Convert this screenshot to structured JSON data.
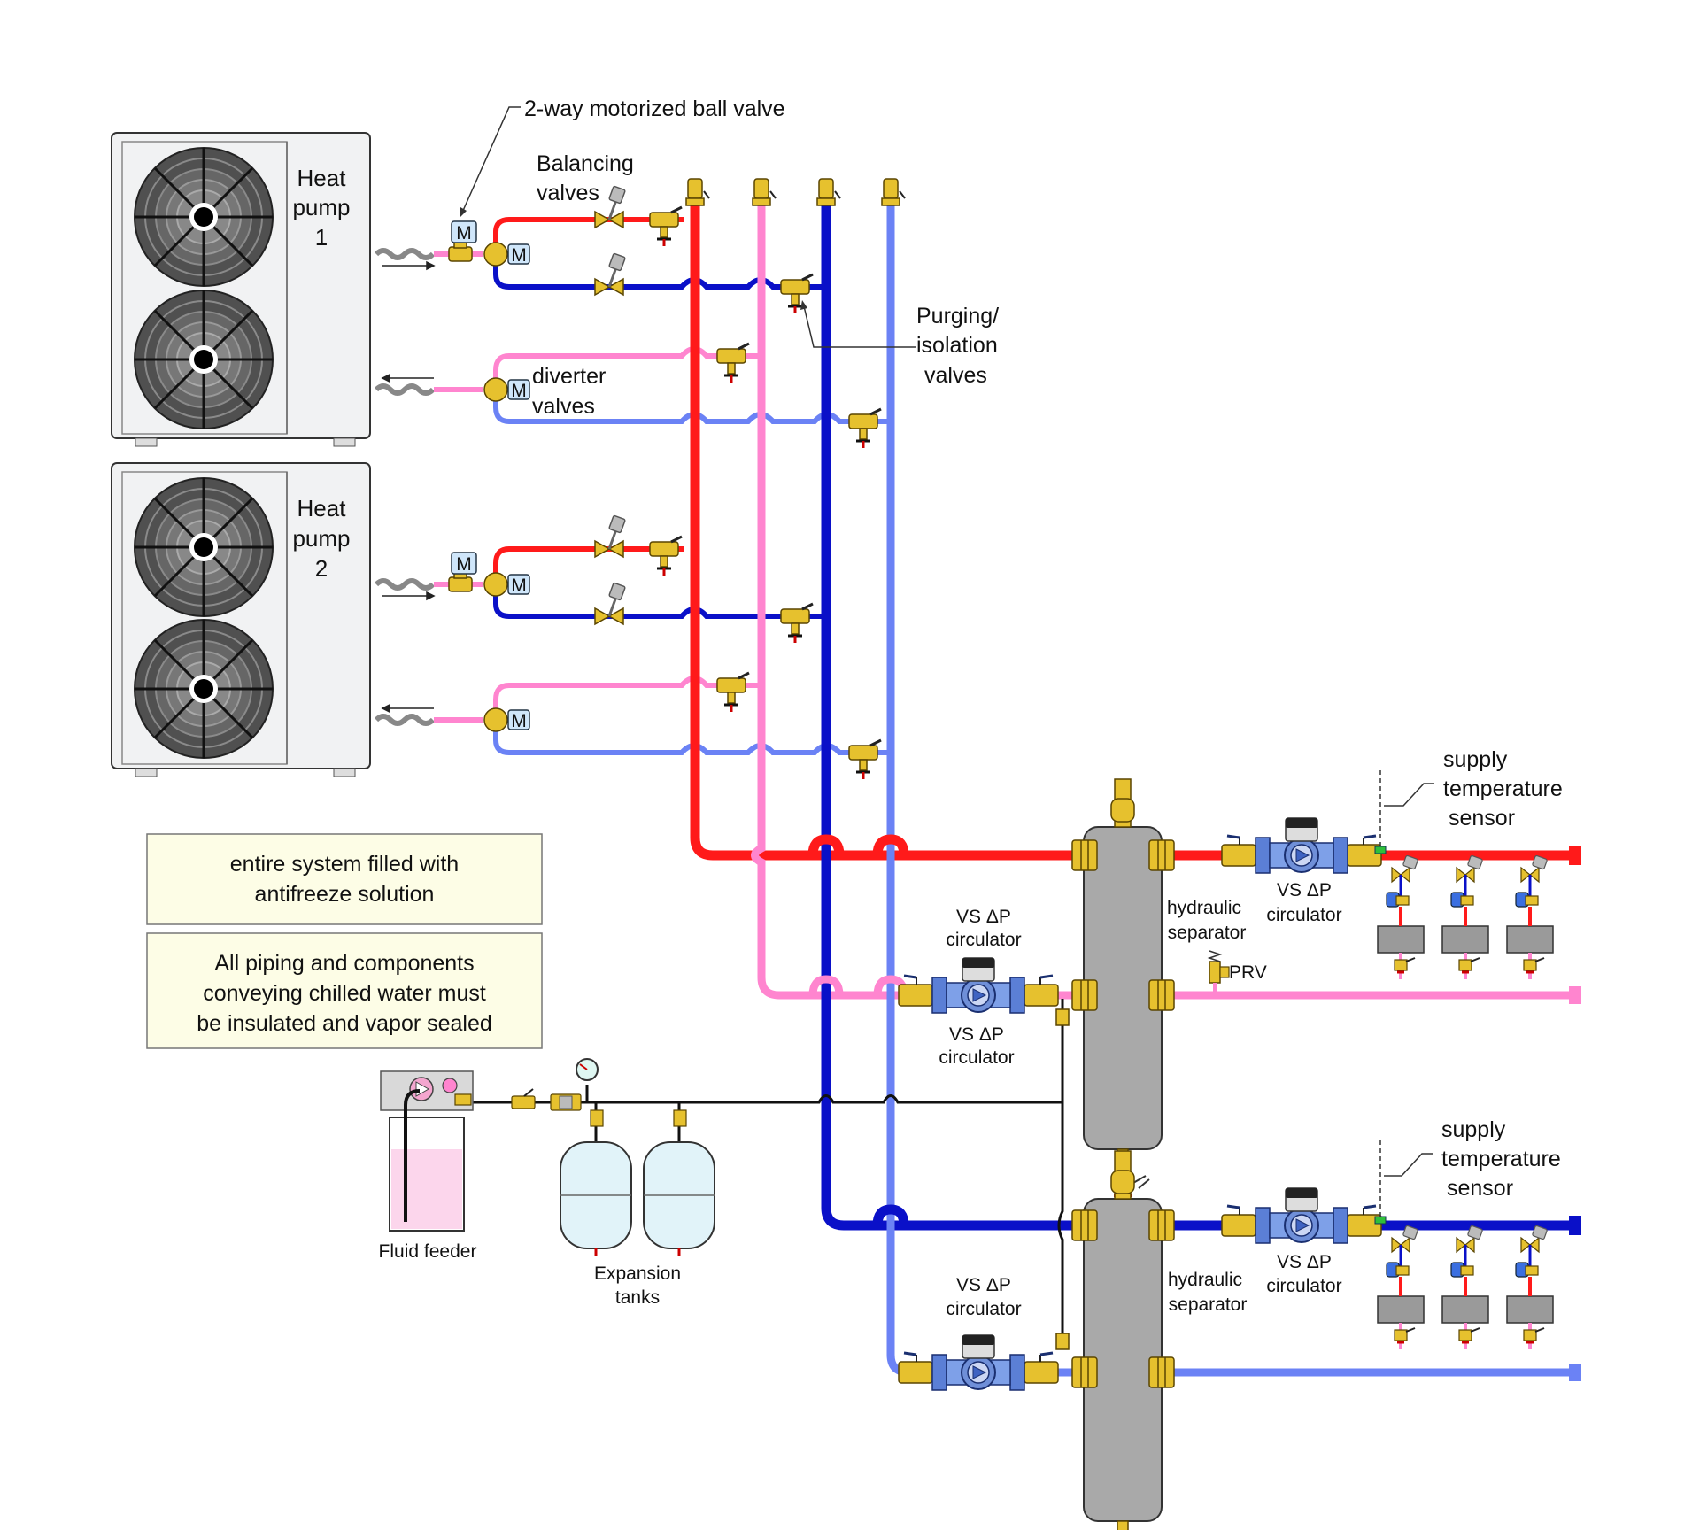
{
  "labels": {
    "motorized_valve": "2-way motorized ball valve",
    "balancing_line1": "Balancing",
    "balancing_line2": "valves",
    "purging_line1": "Purging/",
    "purging_line2": "isolation",
    "purging_line3": "valves",
    "diverter_line1": "diverter",
    "diverter_line2": "valves",
    "hp1_line1": "Heat",
    "hp1_line2": "pump",
    "hp1_line3": "1",
    "hp2_line1": "Heat",
    "hp2_line2": "pump",
    "hp2_line3": "2",
    "motor_letter": "M",
    "supply_sensor_line1": "supply",
    "supply_sensor_line2": "temperature",
    "supply_sensor_line3": "sensor",
    "vs_dp": "VS ΔP",
    "circulator": "circulator",
    "hydraulic": "hydraulic",
    "separator": "separator",
    "prv": "PRV",
    "fluid_feeder": "Fluid feeder",
    "expansion_line1": "Expansion",
    "expansion_line2": "tanks"
  },
  "notes": {
    "note1_line1": "entire system filled with",
    "note1_line2": "antifreeze solution",
    "note2_line1": "All piping and components",
    "note2_line2": "conveying chilled water must",
    "note2_line3": "be insulated and vapor sealed"
  },
  "colors": {
    "hot_supply": "#ff1a1a",
    "hot_return": "#ff85cf",
    "chilled_supply": "#0a10c8",
    "chilled_return": "#6b82f5",
    "brass": "#e6c12e",
    "fill_line": "#111111",
    "note_bg": "#fdfde6",
    "unit_bg": "#f1f2f3",
    "separator_body": "#a9a9a9",
    "tank_fill": "#e1f3f9",
    "feeder_fluid": "#fcd6ec",
    "sensor": "#2fbf3a"
  },
  "icons": [
    "fan-icon",
    "motor-actuator-icon",
    "ball-valve-icon",
    "balancing-valve-icon",
    "air-vent-icon",
    "circulator-pump-icon",
    "pressure-gauge-icon",
    "zone-valve-icon"
  ]
}
